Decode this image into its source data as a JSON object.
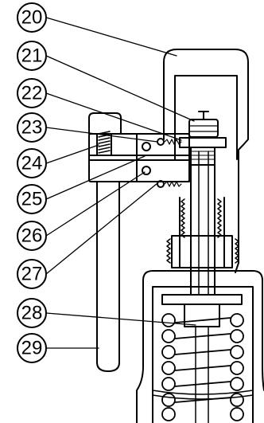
{
  "callouts": [
    {
      "id": "c20",
      "label": "20"
    },
    {
      "id": "c21",
      "label": "21"
    },
    {
      "id": "c22",
      "label": "22"
    },
    {
      "id": "c23",
      "label": "23"
    },
    {
      "id": "c24",
      "label": "24"
    },
    {
      "id": "c25",
      "label": "25"
    },
    {
      "id": "c26",
      "label": "26"
    },
    {
      "id": "c27",
      "label": "27"
    },
    {
      "id": "c28",
      "label": "28"
    },
    {
      "id": "c29",
      "label": "29"
    }
  ],
  "colors": {
    "line": "#000000",
    "fill": "#ffffff"
  }
}
